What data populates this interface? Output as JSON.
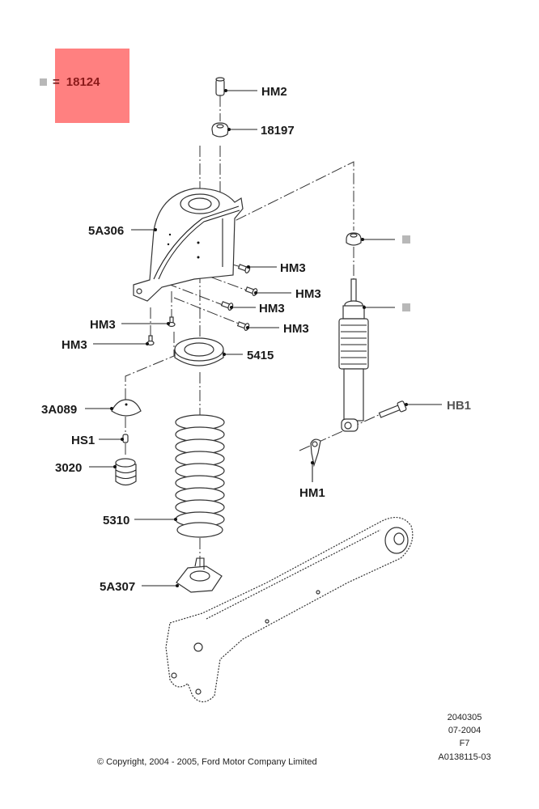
{
  "legend": {
    "equals": "=",
    "part_number": "18124",
    "highlight_color": "#ff8080",
    "swatch_color": "#b8b8b8"
  },
  "callouts": {
    "hm2": "HM2",
    "n18197": "18197",
    "n5a306": "5A306",
    "hm3_a": "HM3",
    "hm3_b": "HM3",
    "hm3_c": "HM3",
    "hm3_d": "HM3",
    "hm3_e": "HM3",
    "hm3_f": "HM3",
    "n5415": "5415",
    "n3a089": "3A089",
    "hs1": "HS1",
    "n3020": "3020",
    "n5310": "5310",
    "n5a307": "5A307",
    "hb1": "HB1",
    "hm1": "HM1"
  },
  "footer": {
    "copyright": "© Copyright, 2004 - 2005, Ford Motor Company Limited",
    "code_1": "2040305",
    "code_2": "07-2004",
    "code_3": "F7",
    "code_4": "A0138115-03"
  }
}
